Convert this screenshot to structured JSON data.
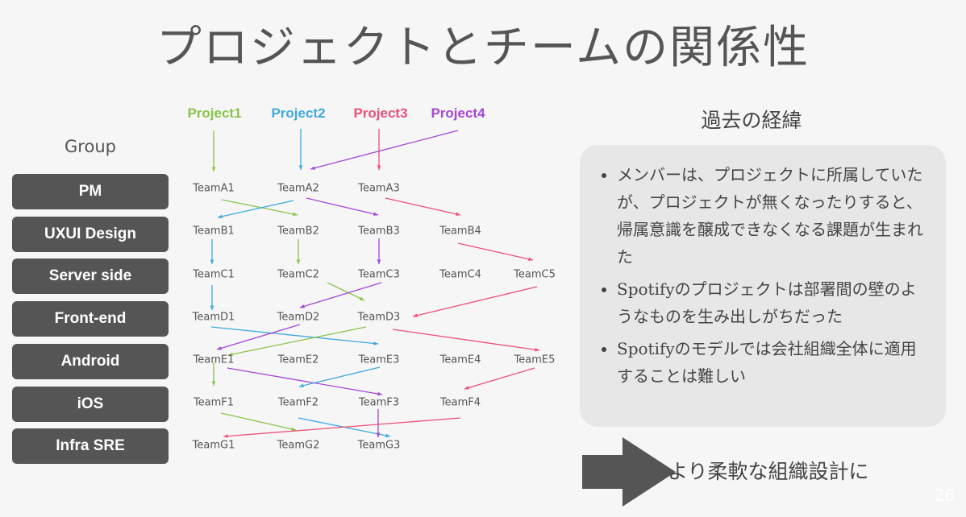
{
  "title": "プロジェクトとチームの関係性",
  "group": {
    "label": "Group",
    "items": [
      "PM",
      "UXUI Design",
      "Server side",
      "Front-end",
      "Android",
      "iOS",
      "Infra SRE"
    ]
  },
  "projects": [
    {
      "id": "P1",
      "label": "Project1",
      "color": "#8bc34a"
    },
    {
      "id": "P2",
      "label": "Project2",
      "color": "#3fa9e0"
    },
    {
      "id": "P3",
      "label": "Project3",
      "color": "#ec4f7a"
    },
    {
      "id": "P4",
      "label": "Project4",
      "color": "#a347d6"
    }
  ],
  "teams": [
    "TeamA1",
    "TeamA2",
    "TeamA3",
    "TeamB1",
    "TeamB2",
    "TeamB3",
    "TeamB4",
    "TeamC1",
    "TeamC2",
    "TeamC3",
    "TeamC4",
    "TeamC5",
    "TeamD1",
    "TeamD2",
    "TeamD3",
    "TeamE1",
    "TeamE2",
    "TeamE3",
    "TeamE4",
    "TeamE5",
    "TeamF1",
    "TeamF2",
    "TeamF3",
    "TeamF4",
    "TeamG1",
    "TeamG2",
    "TeamG3"
  ],
  "edges": [
    {
      "from": "Project1",
      "to": "TeamA1",
      "project": "P1"
    },
    {
      "from": "Project2",
      "to": "TeamA2",
      "project": "P2"
    },
    {
      "from": "Project3",
      "to": "TeamA3",
      "project": "P3"
    },
    {
      "from": "Project4",
      "to": "TeamA2",
      "project": "P4"
    },
    {
      "from": "TeamA1",
      "to": "TeamB2",
      "project": "P1"
    },
    {
      "from": "TeamA2",
      "to": "TeamB1",
      "project": "P2"
    },
    {
      "from": "TeamA2",
      "to": "TeamB3",
      "project": "P4"
    },
    {
      "from": "TeamA3",
      "to": "TeamB4",
      "project": "P3"
    },
    {
      "from": "TeamB1",
      "to": "TeamC1",
      "project": "P2"
    },
    {
      "from": "TeamB2",
      "to": "TeamC2",
      "project": "P1"
    },
    {
      "from": "TeamB3",
      "to": "TeamC3",
      "project": "P4"
    },
    {
      "from": "TeamB4",
      "to": "TeamC5",
      "project": "P3"
    },
    {
      "from": "TeamC1",
      "to": "TeamD1",
      "project": "P2"
    },
    {
      "from": "TeamC2",
      "to": "TeamD3",
      "project": "P1"
    },
    {
      "from": "TeamC3",
      "to": "TeamD2",
      "project": "P4"
    },
    {
      "from": "TeamC5",
      "to": "TeamD3",
      "project": "P3"
    },
    {
      "from": "TeamD1",
      "to": "TeamE3",
      "project": "P2"
    },
    {
      "from": "TeamD2",
      "to": "TeamE1",
      "project": "P4"
    },
    {
      "from": "TeamD3",
      "to": "TeamE1",
      "project": "P1"
    },
    {
      "from": "TeamD3",
      "to": "TeamE5",
      "project": "P3"
    },
    {
      "from": "TeamE1",
      "to": "TeamF1",
      "project": "P1"
    },
    {
      "from": "TeamE1",
      "to": "TeamF3",
      "project": "P4"
    },
    {
      "from": "TeamE3",
      "to": "TeamF2",
      "project": "P2"
    },
    {
      "from": "TeamE5",
      "to": "TeamF4",
      "project": "P3"
    },
    {
      "from": "TeamF1",
      "to": "TeamG2",
      "project": "P1"
    },
    {
      "from": "TeamF2",
      "to": "TeamG3",
      "project": "P2"
    },
    {
      "from": "TeamF3",
      "to": "TeamG3",
      "project": "P4"
    },
    {
      "from": "TeamF4",
      "to": "TeamG1",
      "project": "P3"
    }
  ],
  "history": {
    "title": "過去の経緯",
    "bullets": [
      "メンバーは、プロジェクトに所属していたが、プロジェクトが無くなったりすると、帰属意識を醸成できなくなる課題が生まれた",
      "Spotifyのプロジェクトは部署間の壁のようなものを生み出しがちだった",
      "Spotifyのモデルでは会社組織全体に適用することは難しい"
    ]
  },
  "conclusion": "より柔軟な組織設計に",
  "page_number": "26",
  "colors": {
    "group_bg": "#555555",
    "box_bg": "#e7e7e7"
  }
}
